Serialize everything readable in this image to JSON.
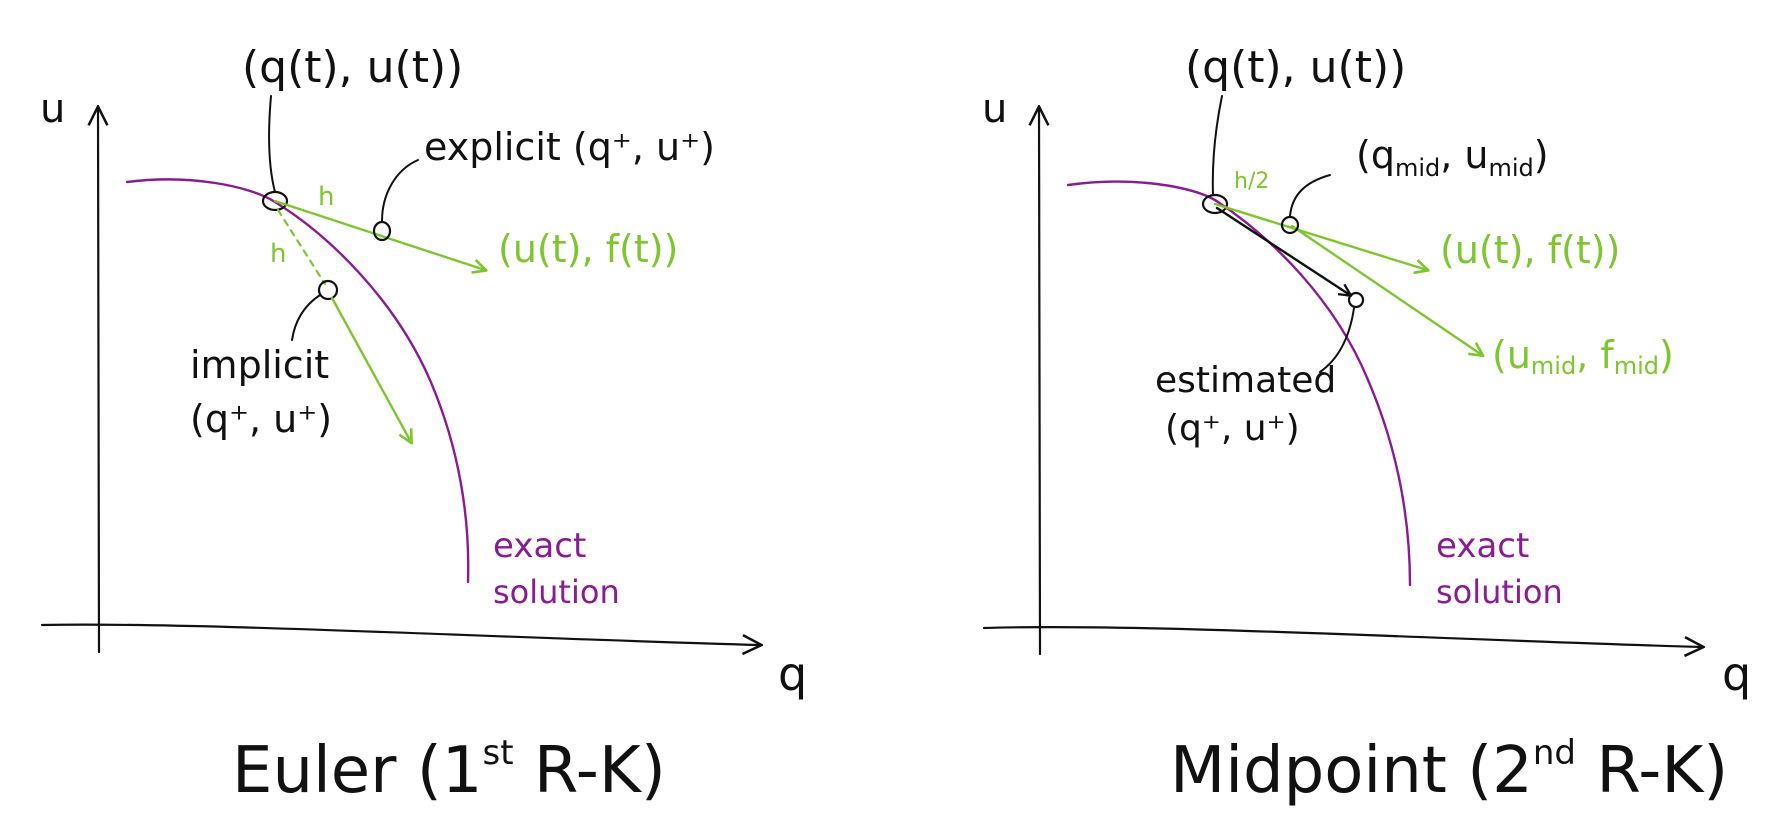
{
  "colors": {
    "ink": "#111111",
    "green": "#7dc62e",
    "purple": "#8b1a95"
  },
  "left": {
    "title_main": "Euler (1",
    "title_sup": "st",
    "title_tail": " R-K)",
    "axis_y": "u",
    "axis_x": "q",
    "point_label": "(q(t), u(t))",
    "explicit_label": "explicit (q⁺, u⁺)",
    "implicit_label_1": "implicit",
    "implicit_label_2": "(q⁺, u⁺)",
    "step_h_upper": "h",
    "step_h_lower": "h",
    "tangent_label": "(u(t), f(t))",
    "exact_1": "exact",
    "exact_2": "solution"
  },
  "right": {
    "title_main": "Midpoint (2",
    "title_sup": "nd",
    "title_tail": " R-K)",
    "axis_y": "u",
    "axis_x": "q",
    "point_label": "(q(t), u(t))",
    "half_step": "h/2",
    "mid_point_label": "(q",
    "mid_point_sub1": "mid",
    "mid_point_sep": ", u",
    "mid_point_sub2": "mid",
    "mid_point_close": ")",
    "tangent_label": "(u(t), f(t))",
    "mid_slope_label": "(u",
    "mid_slope_sub1": "mid",
    "mid_slope_sep": ", f",
    "mid_slope_sub2": "mid",
    "mid_slope_close": ")",
    "estimated_1": "estimated",
    "estimated_2": "(q⁺, u⁺)",
    "exact_1": "exact",
    "exact_2": "solution"
  }
}
